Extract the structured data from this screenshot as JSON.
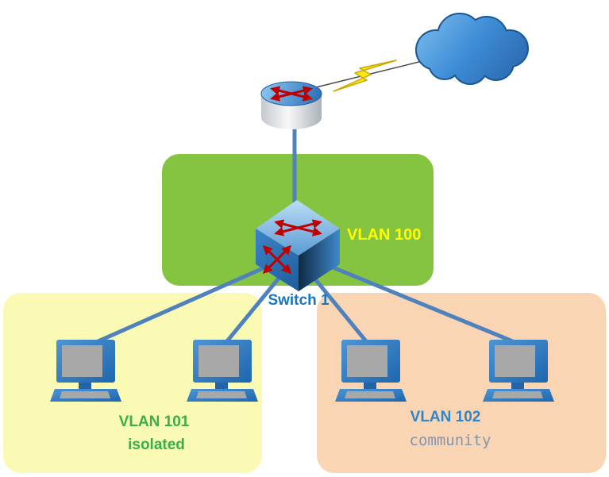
{
  "diagram": {
    "type": "network-topology-diagram",
    "zones": {
      "vlan100": {
        "label": "VLAN 100",
        "fill": "#85C441",
        "label_color": "#FFFF00"
      },
      "vlan101": {
        "label": "VLAN 101",
        "mode": "isolated",
        "fill": "#FAFAB4",
        "label_color": "#3BAE49"
      },
      "vlan102": {
        "label": "VLAN 102",
        "mode": "community",
        "fill": "#FAD5B4",
        "label_color": "#2E86C8",
        "mode_color": "#7F96B2"
      }
    },
    "nodes": {
      "internet_cloud": {
        "icon": "cloud-icon",
        "fill": "#3E8DD6"
      },
      "router": {
        "icon": "router-icon"
      },
      "switch": {
        "icon": "switch-icon",
        "label": "Switch 1",
        "label_color": "#1B75BC"
      },
      "pc1": {
        "icon": "computer-icon",
        "zone": "vlan101"
      },
      "pc2": {
        "icon": "computer-icon",
        "zone": "vlan101"
      },
      "pc3": {
        "icon": "computer-icon",
        "zone": "vlan102"
      },
      "pc4": {
        "icon": "computer-icon",
        "zone": "vlan102"
      }
    },
    "connections": [
      {
        "from": "internet_cloud",
        "to": "router",
        "style": "lightning-bolt",
        "color": "#FFE817"
      },
      {
        "from": "router",
        "to": "switch",
        "color": "#4F81BD"
      },
      {
        "from": "switch",
        "to": "pc1",
        "color": "#4F81BD"
      },
      {
        "from": "switch",
        "to": "pc2",
        "color": "#4F81BD"
      },
      {
        "from": "switch",
        "to": "pc3",
        "color": "#4F81BD"
      },
      {
        "from": "switch",
        "to": "pc4",
        "color": "#4F81BD"
      }
    ]
  }
}
